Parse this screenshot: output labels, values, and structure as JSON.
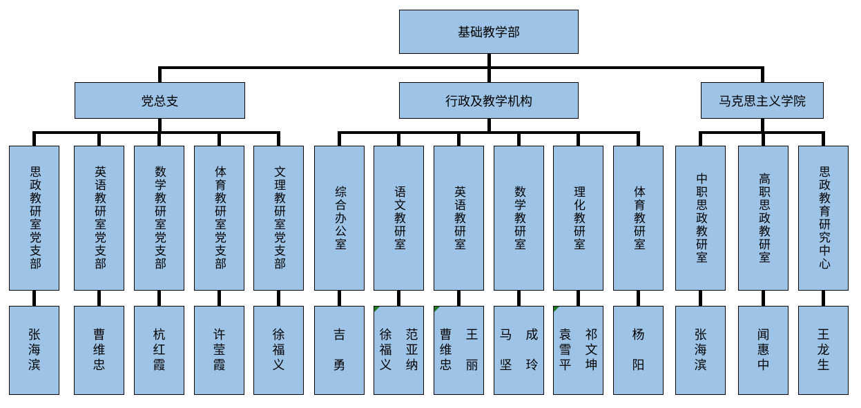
{
  "colors": {
    "box_fill": "#9DC3E6",
    "box_border": "#000000",
    "connector": "#000000",
    "comment_marker": "#1F7A1F",
    "background": "#FFFFFF",
    "text": "#000000"
  },
  "root": {
    "label": "基础教学部"
  },
  "groups": [
    {
      "label": "党总支",
      "children": [
        {
          "dept": "思政教研室党支部",
          "names": [
            "张海滨"
          ]
        },
        {
          "dept": "英语教研室党支部",
          "names": [
            "曹维忠"
          ]
        },
        {
          "dept": "数学教研室党支部",
          "names": [
            "杭红霞"
          ]
        },
        {
          "dept": "体育教研室党支部",
          "names": [
            "许莹霞"
          ]
        },
        {
          "dept": "文理教研室党支部",
          "names": [
            "徐福义"
          ]
        }
      ]
    },
    {
      "label": "行政及教学机构",
      "children": [
        {
          "dept": "综合办公室",
          "names": [
            "吉勇"
          ]
        },
        {
          "dept": "语文教研室",
          "names": [
            "徐福义",
            "范亚纳"
          ],
          "comment_flag": true
        },
        {
          "dept": "英语教研室",
          "names": [
            "曹维忠",
            "王丽"
          ],
          "comment_flag": true
        },
        {
          "dept": "数学教研室",
          "names": [
            "马坚",
            "成玲"
          ]
        },
        {
          "dept": "理化教研室",
          "names": [
            "袁雪平",
            "祁文坤"
          ],
          "comment_flag": true
        },
        {
          "dept": "体育教研室",
          "names": [
            "杨阳"
          ]
        }
      ]
    },
    {
      "label": "马克思主义学院",
      "children": [
        {
          "dept": "中职思政教研室",
          "names": [
            "张海滨"
          ]
        },
        {
          "dept": "高职思政教研室",
          "names": [
            "闻惠中"
          ]
        },
        {
          "dept": "思政教育研究中心",
          "names": [
            "王龙生"
          ]
        }
      ]
    }
  ]
}
